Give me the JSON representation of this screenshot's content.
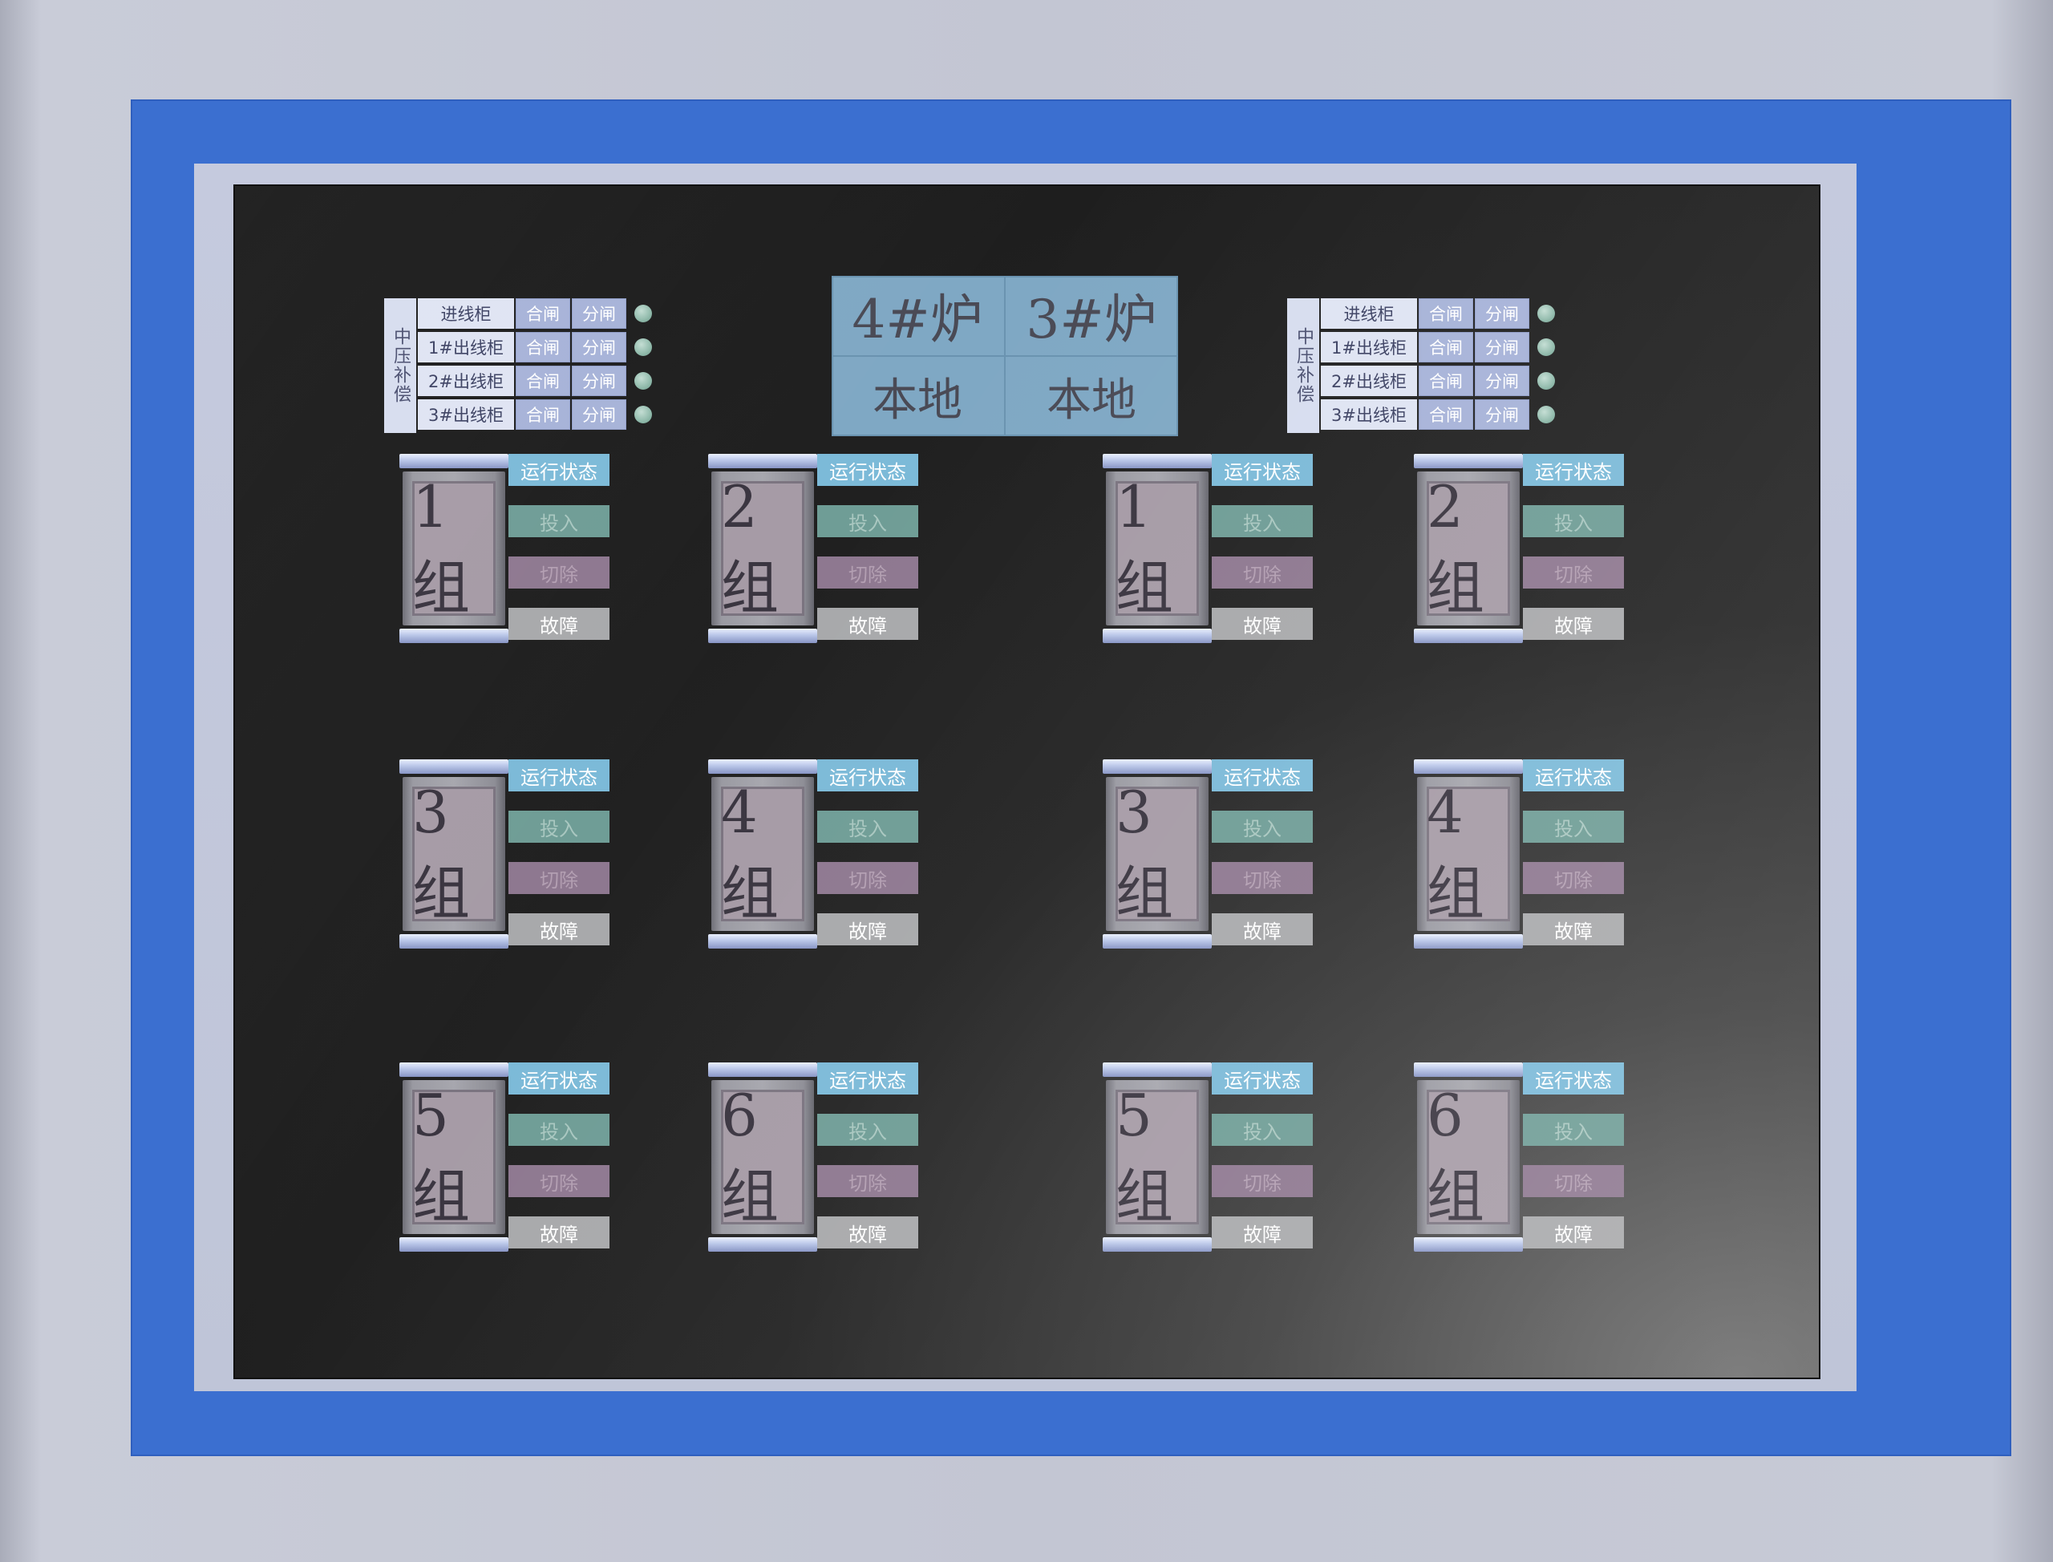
{
  "mv_panels": [
    {
      "title": "中压补偿",
      "rows": [
        {
          "name": "进线柜",
          "close": "合闸",
          "open": "分闸"
        },
        {
          "name": "1#出线柜",
          "close": "合闸",
          "open": "分闸"
        },
        {
          "name": "2#出线柜",
          "close": "合闸",
          "open": "分闸"
        },
        {
          "name": "3#出线柜",
          "close": "合闸",
          "open": "分闸"
        }
      ]
    },
    {
      "title": "中压补偿",
      "rows": [
        {
          "name": "进线柜",
          "close": "合闸",
          "open": "分闸"
        },
        {
          "name": "1#出线柜",
          "close": "合闸",
          "open": "分闸"
        },
        {
          "name": "2#出线柜",
          "close": "合闸",
          "open": "分闸"
        },
        {
          "name": "3#出线柜",
          "close": "合闸",
          "open": "分闸"
        }
      ]
    }
  ],
  "furnaces": [
    {
      "name": "4#炉",
      "mode": "本地"
    },
    {
      "name": "3#炉",
      "mode": "本地"
    }
  ],
  "status_labels": {
    "run": "运行状态",
    "on": "投入",
    "off": "切除",
    "fault": "故障"
  },
  "groups": [
    {
      "label": "1组"
    },
    {
      "label": "2组"
    },
    {
      "label": "1组"
    },
    {
      "label": "2组"
    },
    {
      "label": "3组"
    },
    {
      "label": "4组"
    },
    {
      "label": "3组"
    },
    {
      "label": "4组"
    },
    {
      "label": "5组"
    },
    {
      "label": "6组"
    },
    {
      "label": "5组"
    },
    {
      "label": "6组"
    }
  ],
  "colors": {
    "frame_blue": "#3b6fd0",
    "run_status": "#7cbad8",
    "on_status": "#6f9d96",
    "off_status": "#8e7890",
    "fault_status": "#a8a9ab",
    "furnace_panel": "#7fa8c4"
  }
}
